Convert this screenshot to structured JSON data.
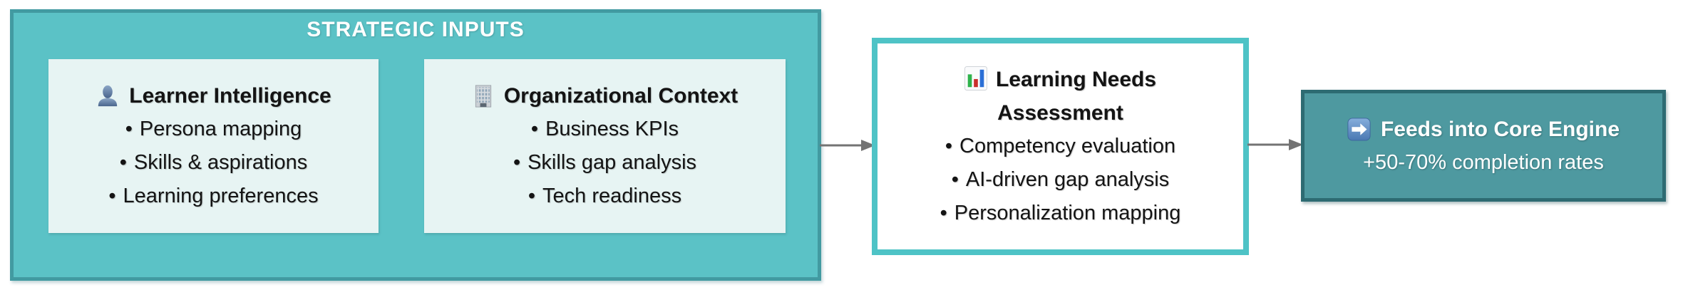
{
  "ui": {
    "bullet_char": "•"
  },
  "strategic_inputs": {
    "title": "STRATEGIC INPUTS",
    "learner": {
      "icon": "person-silhouette",
      "title": "Learner Intelligence",
      "bullets": [
        "Persona mapping",
        "Skills & aspirations",
        "Learning preferences"
      ]
    },
    "organizational": {
      "icon": "office-building",
      "title": "Organizational Context",
      "bullets": [
        "Business KPIs",
        "Skills gap analysis",
        "Tech readiness"
      ]
    }
  },
  "assessment": {
    "icon": "bar-chart",
    "title": "Learning Needs Assessment",
    "bullets": [
      "Competency evaluation",
      "AI-driven gap analysis",
      "Personalization mapping"
    ]
  },
  "core_engine": {
    "icon": "right-arrow-button",
    "title": "Feeds into Core Engine",
    "subtitle": "+50-70% completion rates"
  },
  "colors": {
    "container_fill": "#5BC2C6",
    "container_border": "#429AA1",
    "inner_box_fill": "#E7F4F3",
    "assessment_border": "#4EC3C6",
    "core_fill": "#4E99A0",
    "core_border": "#2D6B72",
    "arrow": "#737373",
    "title_text": "#FFFFFF",
    "body_text": "#141414"
  }
}
